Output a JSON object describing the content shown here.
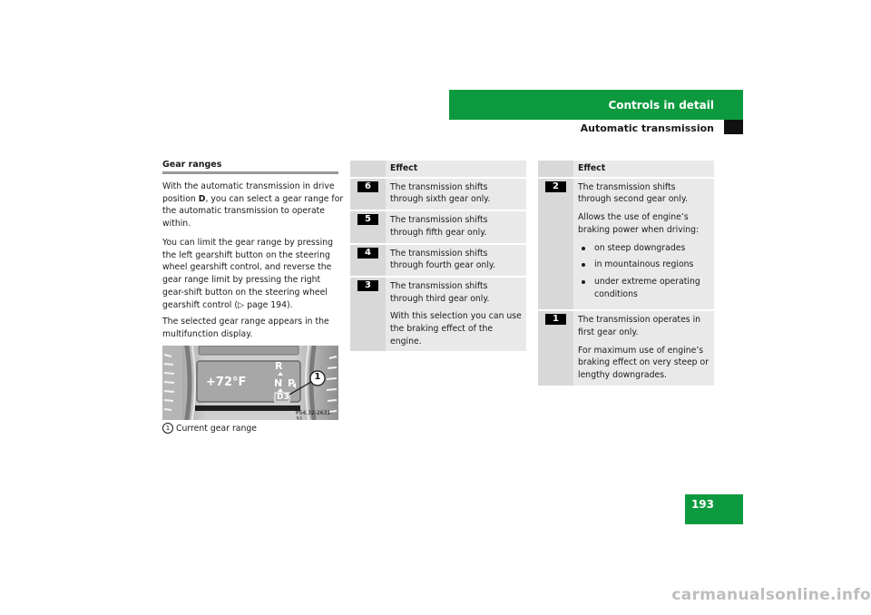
{
  "header": {
    "chapter": "Controls in detail",
    "section": "Automatic transmission",
    "page_number": "193"
  },
  "left": {
    "heading": "Gear ranges",
    "para1": {
      "pre": "With the automatic transmission in drive position ",
      "bold": "D",
      "post": ", you can select a gear range for the automatic transmission to operate within."
    },
    "para2": "You can limit the gear range by pressing the left gearshift button on the steering wheel gearshift control, and reverse the gear range limit by pressing the right gear-shift button on the steering wheel gearshift control (▷ page 194).",
    "para3": "The selected gear range appears in the multifunction display.",
    "figure": {
      "temperature": "+72°F",
      "gear_r": "R",
      "gear_np": "N P",
      "gear_d": "D3",
      "callout": "1",
      "figure_code": "P54.32-2631-31"
    },
    "caption_number": "1",
    "caption": "Current gear range"
  },
  "table1": {
    "header": "Effect",
    "rows": [
      {
        "key": "6",
        "lines": [
          "The transmission shifts through sixth gear only."
        ]
      },
      {
        "key": "5",
        "lines": [
          "The transmission shifts through fifth gear only."
        ]
      },
      {
        "key": "4",
        "lines": [
          "The transmission shifts through fourth gear only."
        ]
      },
      {
        "key": "3",
        "lines": [
          "The transmission shifts through third gear only.",
          "With this selection you can use the braking effect of the engine."
        ]
      }
    ]
  },
  "table2": {
    "header": "Effect",
    "row2": {
      "key": "2",
      "line1": "The transmission shifts through second gear only.",
      "line2": "Allows the use of engine’s braking power when driving:",
      "bullets": [
        "on steep downgrades",
        "in mountainous regions",
        "under extreme operating conditions"
      ]
    },
    "row1": {
      "key": "1",
      "line1": "The transmission operates in first gear only.",
      "line2": "For maximum use of engine’s braking effect on very steep or lengthy downgrades."
    }
  },
  "watermark": "carmanualsonline.info",
  "colors": {
    "accent_green": "#0d9a3e",
    "table_key_bg": "#d8d8d8",
    "table_cell_bg": "#e9e9e9"
  }
}
